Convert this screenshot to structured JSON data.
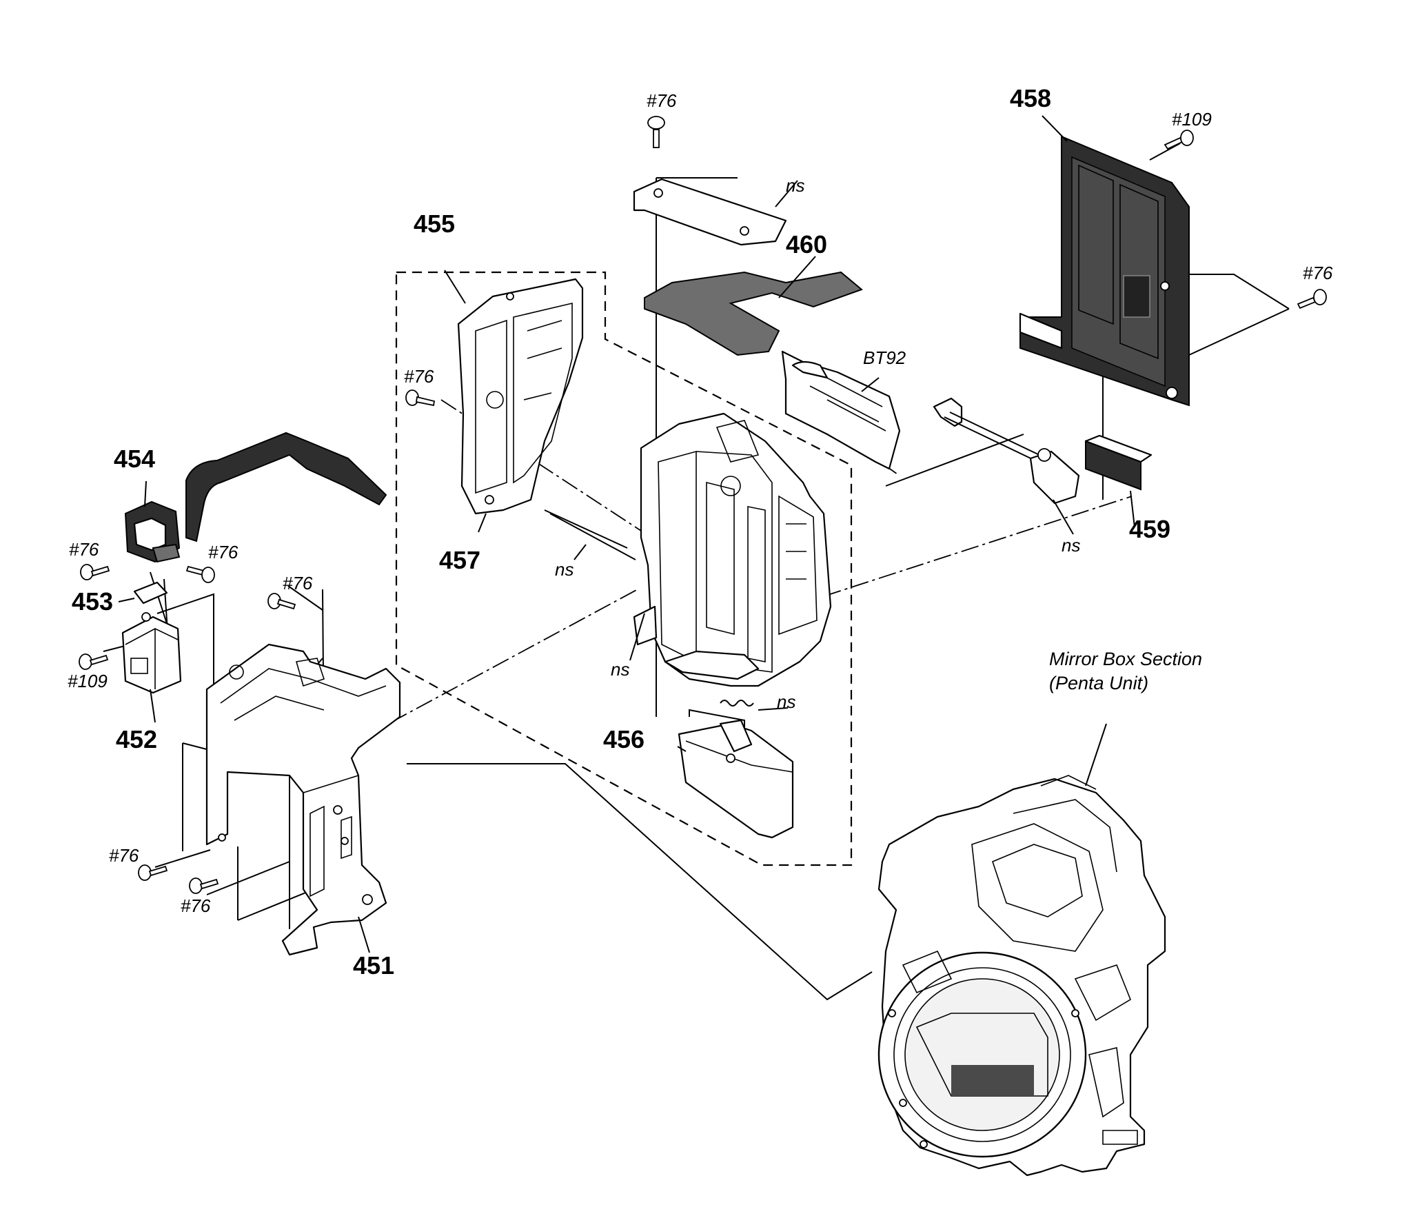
{
  "labels": {
    "l451": "451",
    "l452": "452",
    "l453": "453",
    "l454": "454",
    "l455": "455",
    "l456": "456",
    "l457": "457",
    "l458": "458",
    "l459": "459",
    "l460": "460"
  },
  "refs": {
    "s76_top": "#76",
    "s109_top": "#109",
    "s76_right": "#76",
    "s76_mid": "#76",
    "s76_454a": "#76",
    "s76_454b": "#76",
    "s76_bracket": "#76",
    "s109_left": "#109",
    "s76_low1": "#76",
    "s76_low2": "#76",
    "bt92": "BT92",
    "ns1": "ns",
    "ns2": "ns",
    "ns3": "ns",
    "ns4": "ns",
    "ns5": "ns"
  },
  "section": {
    "line1": "Mirror Box Section",
    "line2": "(Penta Unit)"
  }
}
